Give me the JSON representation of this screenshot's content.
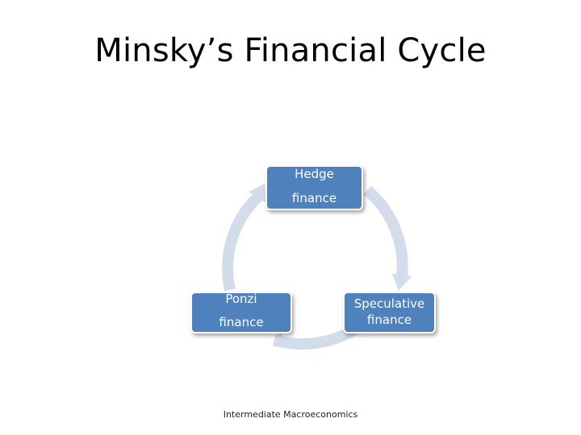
{
  "slide": {
    "title": "Minsky’s Financial Cycle",
    "footer": "Intermediate Macroeconomics"
  },
  "cycle": {
    "nodes": [
      {
        "id": "hedge",
        "label": "Hedge\nfinance"
      },
      {
        "id": "speculative",
        "label": "Speculative\nfinance"
      },
      {
        "id": "ponzi",
        "label": "Ponzi\nfinance"
      }
    ],
    "flow": "clockwise"
  },
  "colors": {
    "node_fill": "#4f81bd",
    "node_border": "#ffffff",
    "ring": "#d3dcea",
    "text": "#000000"
  }
}
